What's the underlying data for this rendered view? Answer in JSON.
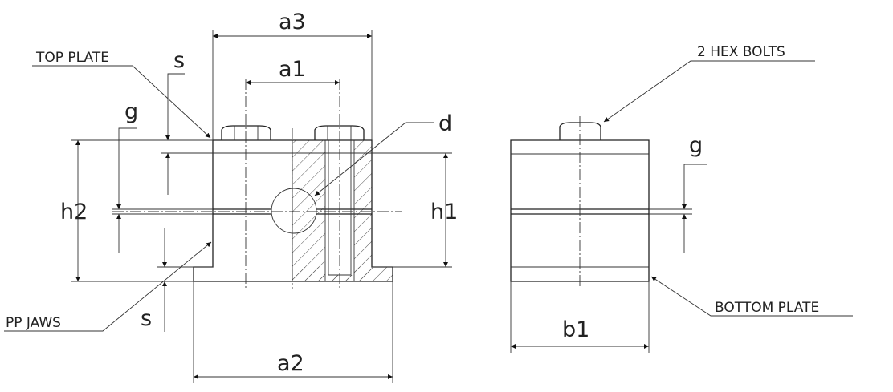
{
  "labels": {
    "top_plate": "TOP PLATE",
    "pp_jaws": "PP JAWS",
    "hex_bolts": "2 HEX BOLTS",
    "bottom_plate": "BOTTOM PLATE"
  },
  "dimensions": {
    "a3": "a3",
    "a1": "a1",
    "a2": "a2",
    "d": "d",
    "h1": "h1",
    "h2": "h2",
    "g_front": "g",
    "g_side": "g",
    "s_top": "s",
    "s_bottom": "s",
    "b1": "b1"
  }
}
